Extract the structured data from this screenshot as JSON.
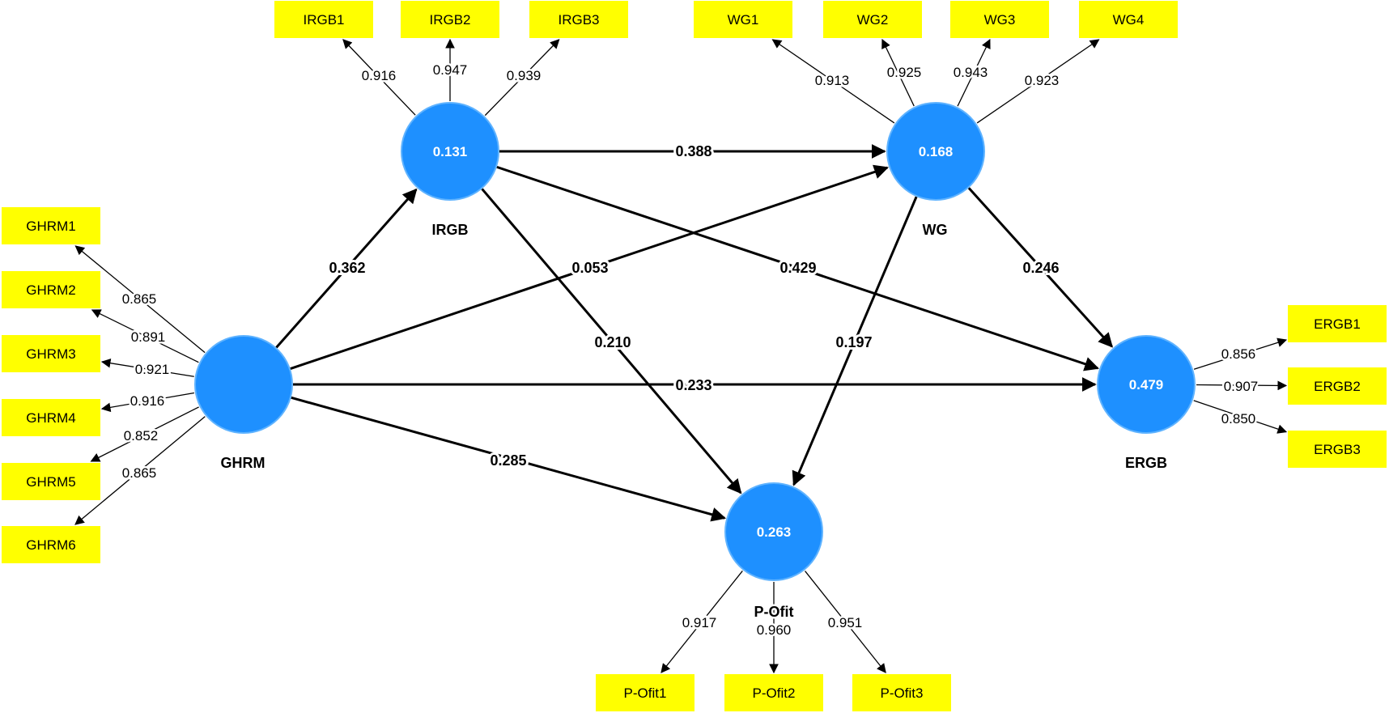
{
  "colors": {
    "construct_fill": "#1e90ff",
    "construct_stroke": "#5fb3ff",
    "indicator_fill": "#ffff00",
    "line": "#000000"
  },
  "constructs": [
    {
      "id": "GHRM",
      "name": "GHRM",
      "r2": ""
    },
    {
      "id": "IRGB",
      "name": "IRGB",
      "r2": "0.131"
    },
    {
      "id": "WG",
      "name": "WG",
      "r2": "0.168"
    },
    {
      "id": "ERGB",
      "name": "ERGB",
      "r2": "0.479"
    },
    {
      "id": "POfit",
      "name": "P-Ofit",
      "r2": "0.263"
    }
  ],
  "indicators": [
    {
      "id": "IRGB1",
      "label": "IRGB1",
      "construct": "IRGB",
      "loading": "0.916"
    },
    {
      "id": "IRGB2",
      "label": "IRGB2",
      "construct": "IRGB",
      "loading": "0.947"
    },
    {
      "id": "IRGB3",
      "label": "IRGB3",
      "construct": "IRGB",
      "loading": "0.939"
    },
    {
      "id": "WG1",
      "label": "WG1",
      "construct": "WG",
      "loading": "0.913"
    },
    {
      "id": "WG2",
      "label": "WG2",
      "construct": "WG",
      "loading": "0.925"
    },
    {
      "id": "WG3",
      "label": "WG3",
      "construct": "WG",
      "loading": "0.943"
    },
    {
      "id": "WG4",
      "label": "WG4",
      "construct": "WG",
      "loading": "0.923"
    },
    {
      "id": "GHRM1",
      "label": "GHRM1",
      "construct": "GHRM",
      "loading": "0.865"
    },
    {
      "id": "GHRM2",
      "label": "GHRM2",
      "construct": "GHRM",
      "loading": "0.891"
    },
    {
      "id": "GHRM3",
      "label": "GHRM3",
      "construct": "GHRM",
      "loading": "0.921"
    },
    {
      "id": "GHRM4",
      "label": "GHRM4",
      "construct": "GHRM",
      "loading": "0.916"
    },
    {
      "id": "GHRM5",
      "label": "GHRM5",
      "construct": "GHRM",
      "loading": "0.852"
    },
    {
      "id": "GHRM6",
      "label": "GHRM6",
      "construct": "GHRM",
      "loading": "0.865"
    },
    {
      "id": "ERGB1",
      "label": "ERGB1",
      "construct": "ERGB",
      "loading": "0.856"
    },
    {
      "id": "ERGB2",
      "label": "ERGB2",
      "construct": "ERGB",
      "loading": "0.907"
    },
    {
      "id": "ERGB3",
      "label": "ERGB3",
      "construct": "ERGB",
      "loading": "0.850"
    },
    {
      "id": "POfit1",
      "label": "P-Ofit1",
      "construct": "POfit",
      "loading": "0.917"
    },
    {
      "id": "POfit2",
      "label": "P-Ofit2",
      "construct": "POfit",
      "loading": "0.960"
    },
    {
      "id": "POfit3",
      "label": "P-Ofit3",
      "construct": "POfit",
      "loading": "0.951"
    }
  ],
  "paths": [
    {
      "from": "GHRM",
      "to": "IRGB",
      "coef": "0.362"
    },
    {
      "from": "GHRM",
      "to": "WG",
      "coef": "0.053"
    },
    {
      "from": "GHRM",
      "to": "ERGB",
      "coef": "0.233"
    },
    {
      "from": "GHRM",
      "to": "POfit",
      "coef": "0.285"
    },
    {
      "from": "IRGB",
      "to": "WG",
      "coef": "0.388"
    },
    {
      "from": "IRGB",
      "to": "ERGB",
      "coef": "0.429"
    },
    {
      "from": "IRGB",
      "to": "POfit",
      "coef": "0.210"
    },
    {
      "from": "WG",
      "to": "ERGB",
      "coef": "0.246"
    },
    {
      "from": "WG",
      "to": "POfit",
      "coef": "0.197"
    }
  ]
}
